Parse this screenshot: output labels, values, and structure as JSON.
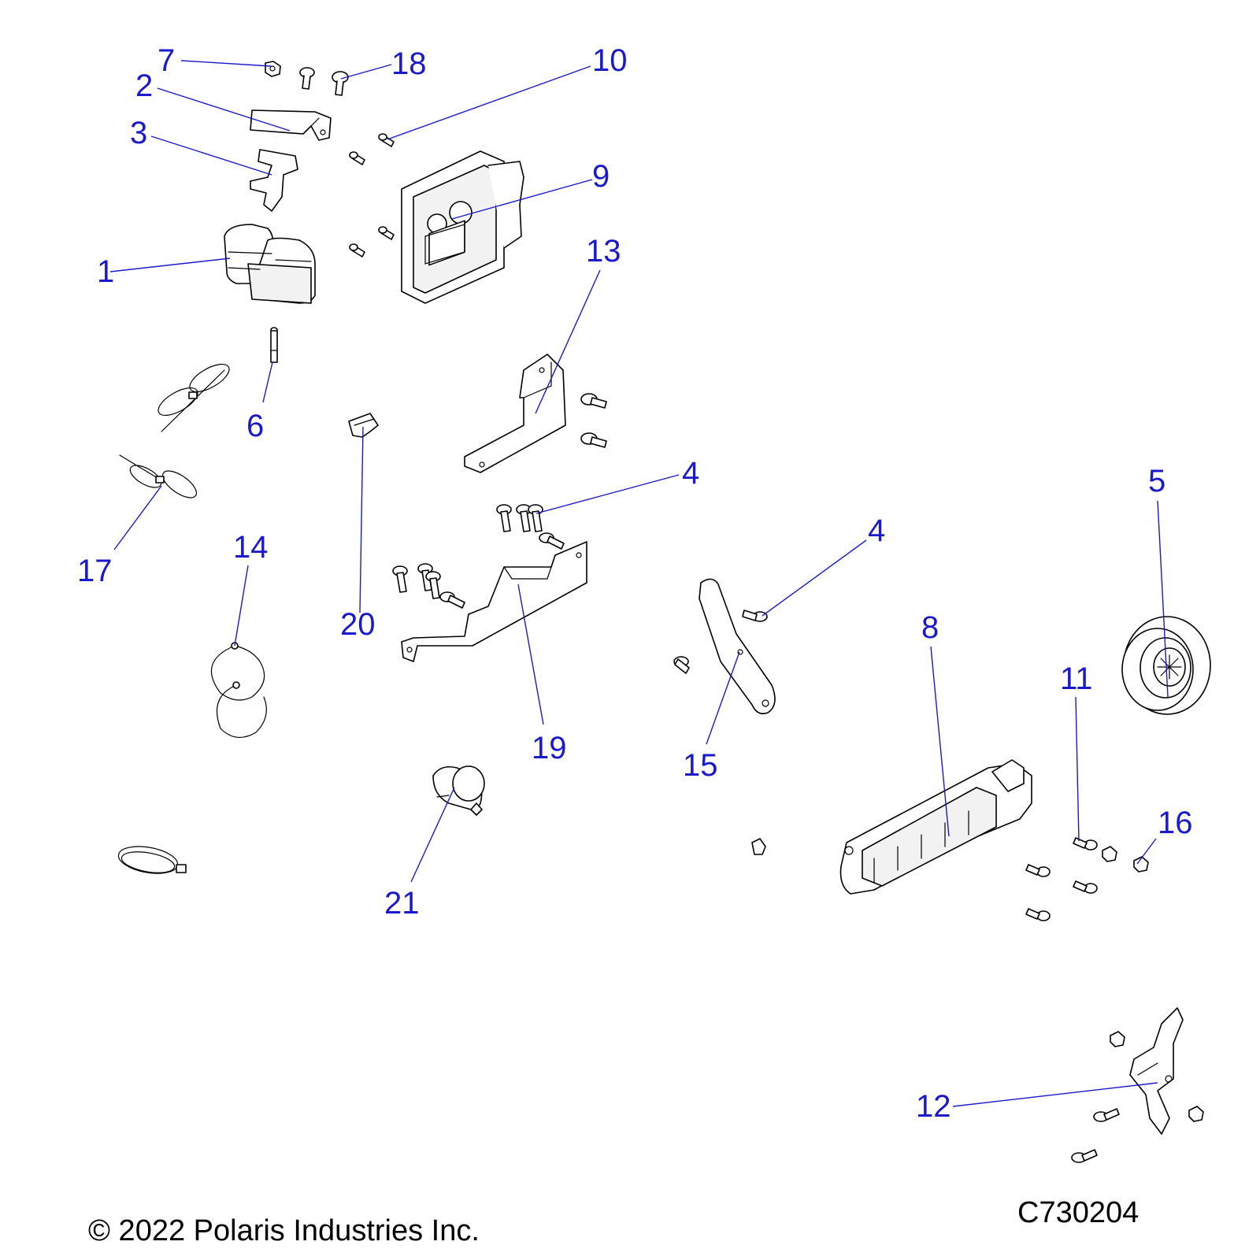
{
  "callouts": [
    {
      "id": "1",
      "label": "1"
    },
    {
      "id": "2",
      "label": "2"
    },
    {
      "id": "3",
      "label": "3"
    },
    {
      "id": "4a",
      "label": "4"
    },
    {
      "id": "4b",
      "label": "4"
    },
    {
      "id": "5",
      "label": "5"
    },
    {
      "id": "6",
      "label": "6"
    },
    {
      "id": "7",
      "label": "7"
    },
    {
      "id": "8",
      "label": "8"
    },
    {
      "id": "9",
      "label": "9"
    },
    {
      "id": "10",
      "label": "10"
    },
    {
      "id": "11",
      "label": "11"
    },
    {
      "id": "12",
      "label": "12"
    },
    {
      "id": "13",
      "label": "13"
    },
    {
      "id": "14",
      "label": "14"
    },
    {
      "id": "15",
      "label": "15"
    },
    {
      "id": "16",
      "label": "16"
    },
    {
      "id": "17",
      "label": "17"
    },
    {
      "id": "18",
      "label": "18"
    },
    {
      "id": "19",
      "label": "19"
    },
    {
      "id": "20",
      "label": "20"
    },
    {
      "id": "21",
      "label": "21"
    }
  ],
  "footer": {
    "copyright": "© 2022 Polaris Industries Inc.",
    "diagram_code": "C730204"
  },
  "colors": {
    "callout": "#1a1acc",
    "line_art": "#000000"
  }
}
